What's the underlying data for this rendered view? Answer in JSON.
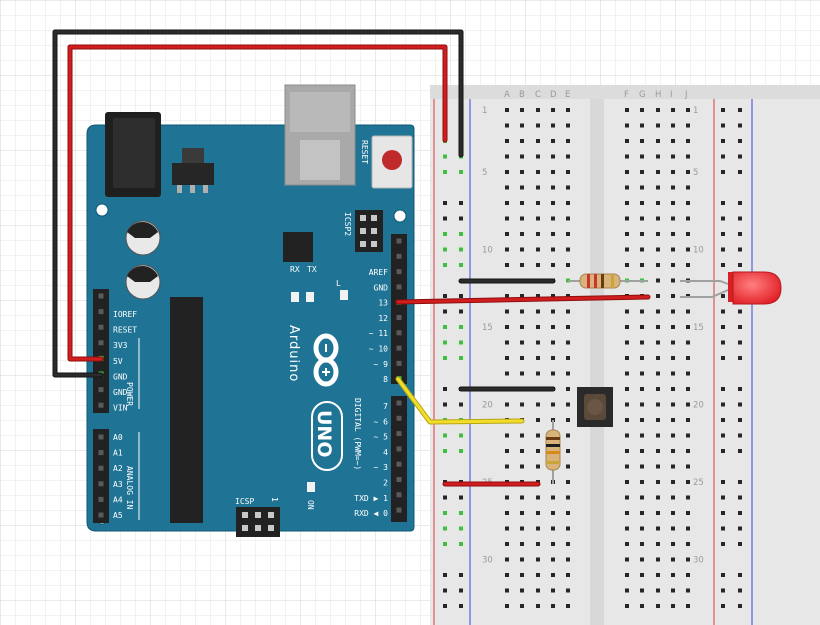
{
  "breadboard": {
    "column_letters_left": [
      "A",
      "B",
      "C",
      "D",
      "E"
    ],
    "column_letters_right": [
      "F",
      "G",
      "H",
      "I",
      "J"
    ],
    "row_numbers": [
      "1",
      "5",
      "10",
      "15",
      "20",
      "25",
      "30"
    ]
  },
  "arduino": {
    "brand": "Arduino",
    "model": "UNO",
    "reset_label": "RESET",
    "icsp2_label": "ICSP2",
    "icsp_label": "ICSP",
    "icsp_pin1": "1",
    "on_label": "ON",
    "led_labels": [
      "TX",
      "RX",
      "L"
    ],
    "digital_label": "DIGITAL (PWM=~)",
    "power_label": "POWER",
    "analog_label": "ANALOG IN",
    "power_pins": [
      "IOREF",
      "RESET",
      "3V3",
      "5V",
      "GND",
      "GND",
      "VIN"
    ],
    "analog_pins": [
      "A0",
      "A1",
      "A2",
      "A3",
      "A4",
      "A5"
    ],
    "digital_top_pins": [
      "AREF",
      "GND",
      "13",
      "12",
      "~ 11",
      "~ 10",
      "~ 9",
      "8"
    ],
    "digital_bottom_pins": [
      "7",
      "~ 6",
      "~ 5",
      "4",
      "~ 3",
      "2",
      "TXD ▶ 1",
      "RXD ◀ 0"
    ]
  },
  "colors": {
    "board": "#1f7394",
    "board_edge": "#0f5876",
    "wire_red": "#c81717",
    "wire_black": "#1e1e1e",
    "wire_yellow": "#ecd81c",
    "led": "#e8252b",
    "breadboard": "#e6e6e6",
    "grid": "#e3e3e3"
  }
}
